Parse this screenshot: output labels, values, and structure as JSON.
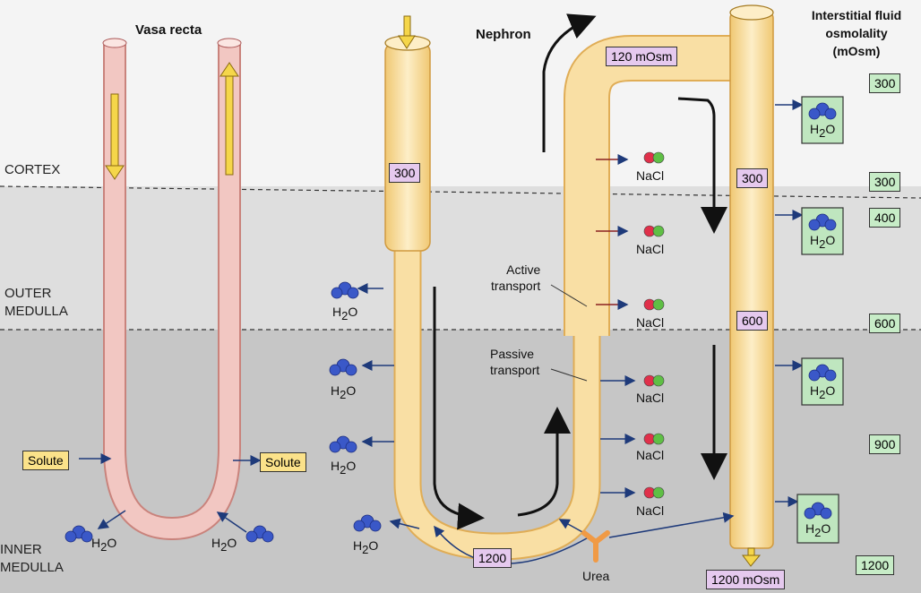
{
  "titles": {
    "vasa_recta": "Vasa recta",
    "nephron": "Nephron",
    "interstitial_line1": "Interstitial fluid",
    "interstitial_line2": "osmolality",
    "interstitial_line3": "(mOsm)"
  },
  "zones": {
    "cortex": "CORTEX",
    "outer_line1": "OUTER",
    "outer_line2": "MEDULLA",
    "inner_line1": "INNER",
    "inner_line2": "MEDULLA"
  },
  "nephron_values": {
    "descending_top": "300",
    "ascending_top": "120 mOsm",
    "collecting_top": "300",
    "collecting_mid": "600",
    "loop_bottom": "1200",
    "collecting_exit": "1200 mOsm"
  },
  "interstitial_values": [
    "300",
    "300",
    "400",
    "600",
    "900",
    "1200"
  ],
  "labels": {
    "solute": "Solute",
    "water": "H",
    "water_sub": "2",
    "water_end": "O",
    "nacl": "NaCl",
    "active_line1": "Active",
    "active_line2": "transport",
    "passive_line1": "Passive",
    "passive_line2": "transport",
    "urea": "Urea"
  },
  "colors": {
    "vasa_recta": "#f2c7c2",
    "nephron_tubule": "#f9dfa4",
    "osmolality_box": "#c7ecc7",
    "tubule_value_box": "#e5c9ee",
    "solute_box": "#fbe28a",
    "water_molecule": "#3a58c8",
    "sodium": "#e0304a",
    "chloride": "#5fbf45",
    "urea": "#f09a45"
  }
}
